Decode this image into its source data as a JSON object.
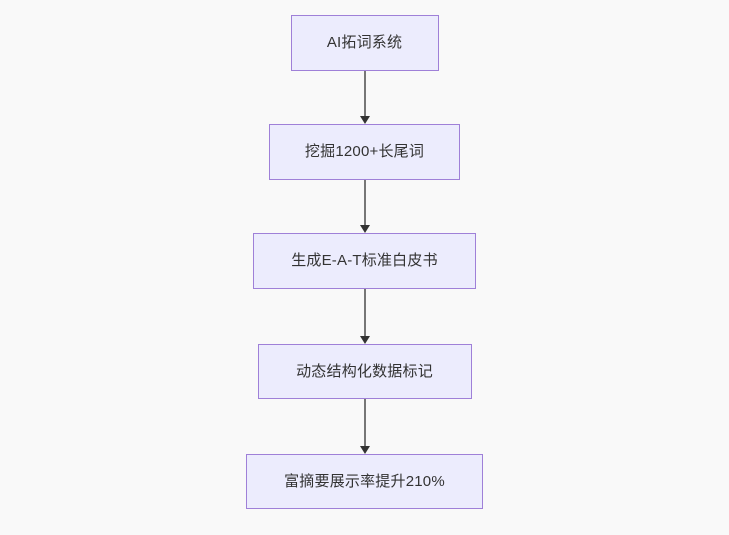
{
  "diagram": {
    "type": "flowchart",
    "direction": "top-to-bottom",
    "background_color": "#f9f9f9",
    "node_fill_color": "#ececfd",
    "node_border_color": "#9f80d8",
    "node_text_color": "#333333",
    "connector_color": "#777777",
    "arrowhead_color": "#333333",
    "nodes": [
      {
        "id": "node-0",
        "label": "AI拓词系统"
      },
      {
        "id": "node-1",
        "label": "挖掘1200+长尾词"
      },
      {
        "id": "node-2",
        "label": "生成E-A-T标准白皮书"
      },
      {
        "id": "node-3",
        "label": "动态结构化数据标记"
      },
      {
        "id": "node-4",
        "label": "富摘要展示率提升210%"
      }
    ],
    "edges": [
      {
        "id": "edge-0",
        "from": "node-0",
        "to": "node-1",
        "label": ""
      },
      {
        "id": "edge-1",
        "from": "node-1",
        "to": "node-2",
        "label": ""
      },
      {
        "id": "edge-2",
        "from": "node-2",
        "to": "node-3",
        "label": ""
      },
      {
        "id": "edge-3",
        "from": "node-3",
        "to": "node-4",
        "label": ""
      }
    ]
  }
}
